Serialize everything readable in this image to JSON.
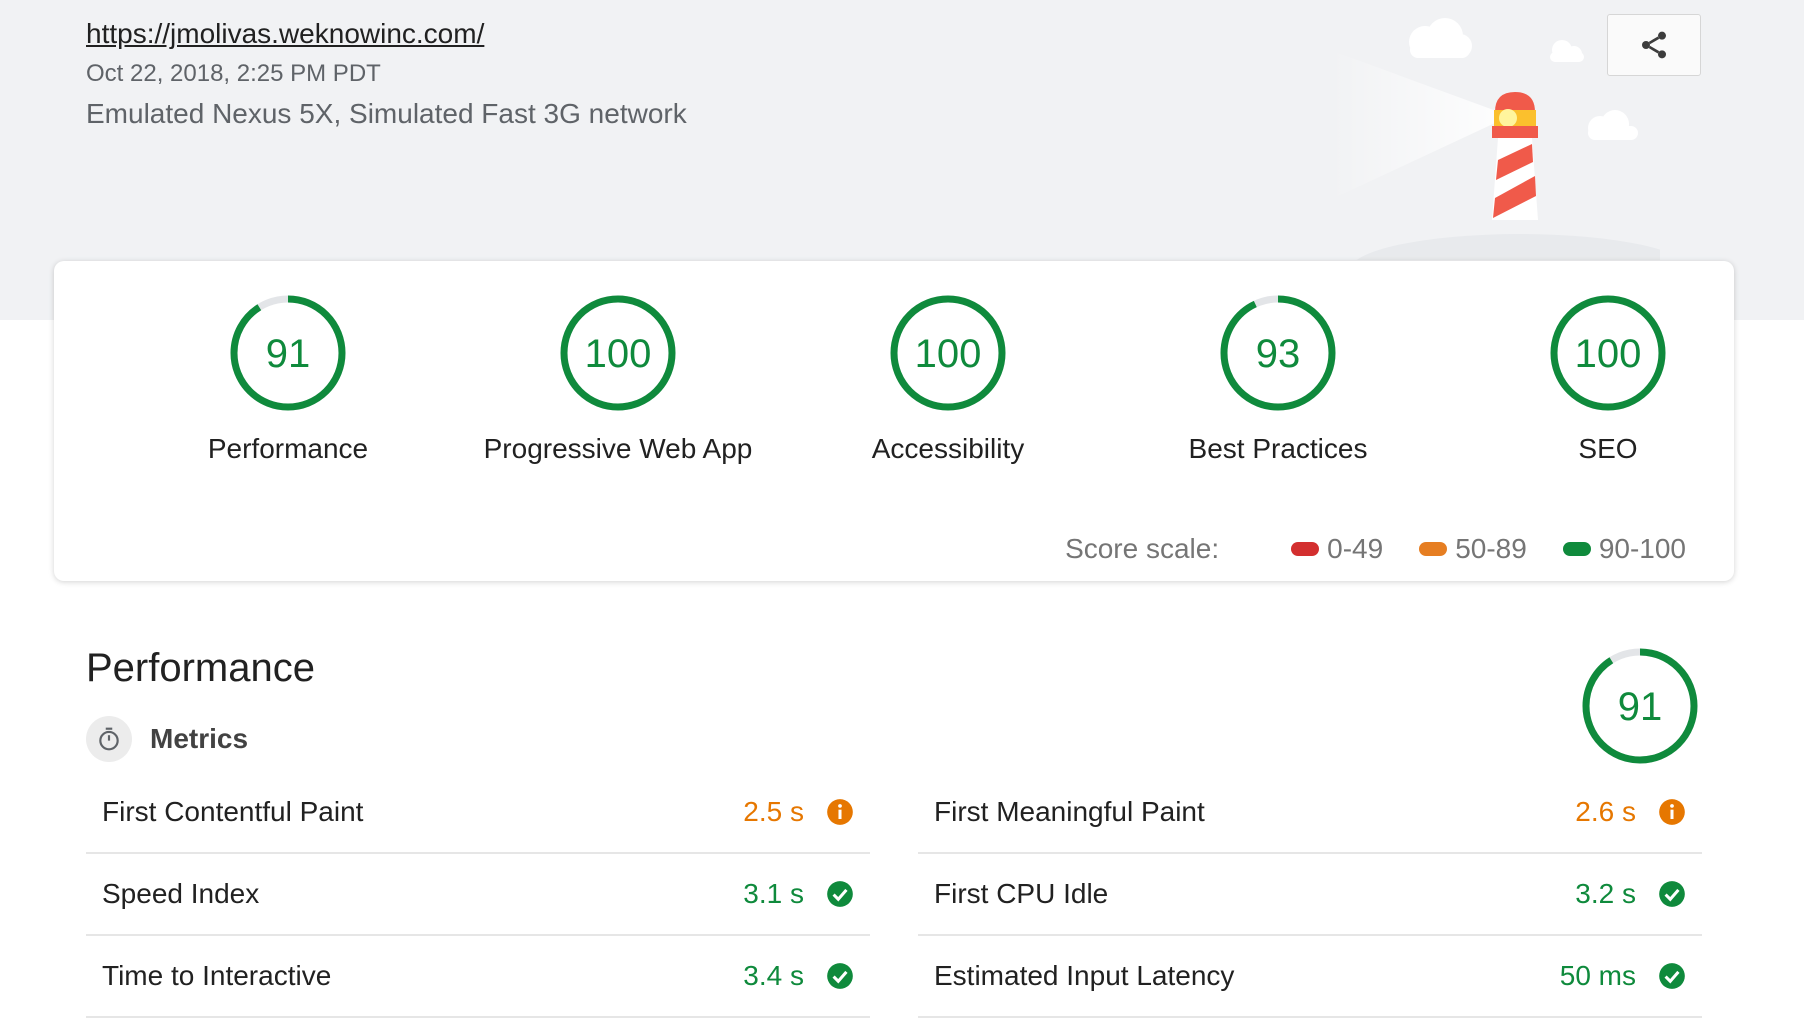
{
  "header": {
    "url": "https://jmolivas.weknowinc.com/",
    "date": "Oct 22, 2018, 2:25 PM PDT",
    "device": "Emulated Nexus 5X, Simulated Fast 3G network"
  },
  "gauges": [
    {
      "label": "Performance",
      "score": "91",
      "fraction": 0.91
    },
    {
      "label": "Progressive Web App",
      "score": "100",
      "fraction": 1.0
    },
    {
      "label": "Accessibility",
      "score": "100",
      "fraction": 1.0
    },
    {
      "label": "Best Practices",
      "score": "93",
      "fraction": 0.93
    },
    {
      "label": "SEO",
      "score": "100",
      "fraction": 1.0
    }
  ],
  "score_scale": {
    "title": "Score scale:",
    "items": [
      {
        "range": "0-49",
        "color": "#d32f2f"
      },
      {
        "range": "50-89",
        "color": "#e67e22"
      },
      {
        "range": "90-100",
        "color": "#0f8a3c"
      }
    ]
  },
  "performance": {
    "title": "Performance",
    "score": "91",
    "fraction": 0.91,
    "metrics_label": "Metrics",
    "metrics": [
      {
        "name": "First Contentful Paint",
        "value": "2.5 s",
        "status": "average"
      },
      {
        "name": "First Meaningful Paint",
        "value": "2.6 s",
        "status": "average"
      },
      {
        "name": "Speed Index",
        "value": "3.1 s",
        "status": "pass"
      },
      {
        "name": "First CPU Idle",
        "value": "3.2 s",
        "status": "pass"
      },
      {
        "name": "Time to Interactive",
        "value": "3.4 s",
        "status": "pass"
      },
      {
        "name": "Estimated Input Latency",
        "value": "50 ms",
        "status": "pass"
      }
    ]
  },
  "colors": {
    "pass": "#0f8a3c",
    "average": "#e67700",
    "fail": "#d32f2f",
    "gauge_track": "#e3e5e8"
  },
  "icons": {
    "share": "share-icon",
    "metrics": "stopwatch-icon",
    "average": "info-circle-icon",
    "pass": "check-circle-icon"
  }
}
